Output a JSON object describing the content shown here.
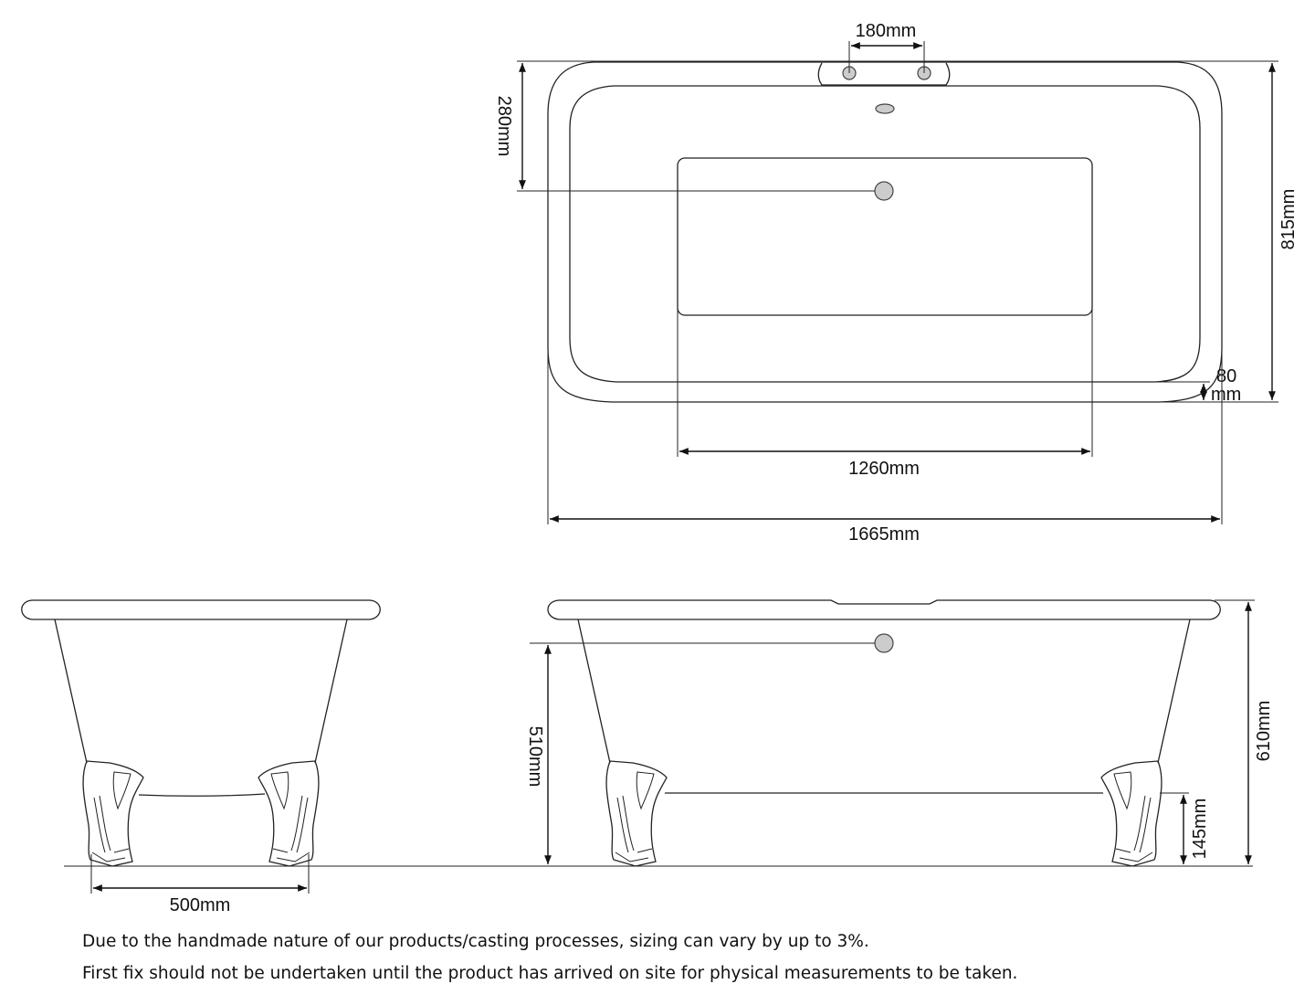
{
  "dimensions": {
    "tap_spacing": "180mm",
    "waste_offset": "280mm",
    "overall_width": "815mm",
    "rim_width_value": "80",
    "rim_width_unit": "mm",
    "base_length": "1260mm",
    "overall_length": "1665mm",
    "overflow_height": "510mm",
    "overall_height": "610mm",
    "foot_height": "145mm",
    "feet_spacing": "500mm"
  },
  "notes": [
    "Due to the handmade nature of our products/casting processes, sizing can vary by up to 3%.",
    "First fix should not be undertaken until the product has arrived on site for physical measurements to be taken."
  ],
  "colors": {
    "line": "#222222",
    "fitting_fill": "#cccccc"
  }
}
